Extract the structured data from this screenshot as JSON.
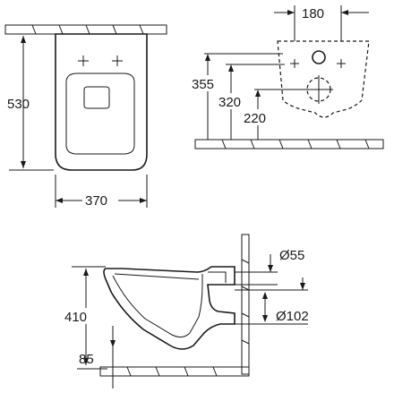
{
  "front_view": {
    "height_label": "530",
    "width_label": "370"
  },
  "rear_view": {
    "width_label": "180",
    "height_355_label": "355",
    "height_320_label": "320",
    "height_220_label": "220"
  },
  "side_view": {
    "height_label": "410",
    "diameter_55_label": "Ø55",
    "diameter_102_label": "Ø102",
    "offset_label": "85"
  }
}
